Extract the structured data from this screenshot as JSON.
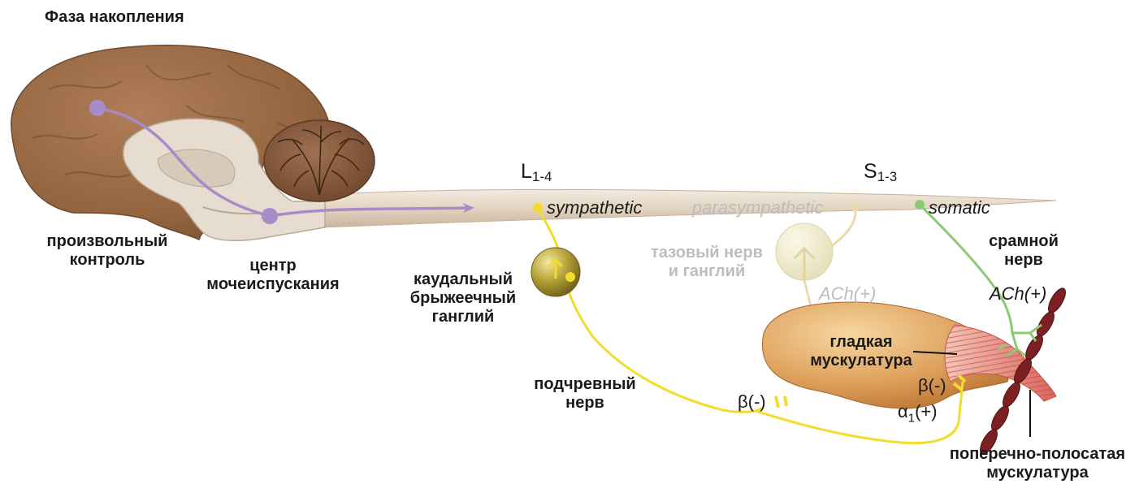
{
  "title": "Фаза накопления",
  "labels": {
    "voluntary_control_1": "произвольный",
    "voluntary_control_2": "контроль",
    "micturition_center_1": "центр",
    "micturition_center_2": "мочеиспускания",
    "caudal_ganglion_1": "каудальный",
    "caudal_ganglion_2": "брыжеечный",
    "caudal_ganglion_3": "ганглий",
    "hypogastric_nerve_1": "подчревный",
    "hypogastric_nerve_2": "нерв",
    "pelvic_nerve_1": "тазовый нерв",
    "pelvic_nerve_2": "и ганглий",
    "pudendal_nerve_1": "срамной",
    "pudendal_nerve_2": "нерв",
    "smooth_muscle_1": "гладкая",
    "smooth_muscle_2": "мускулатура",
    "striated_muscle_1": "поперечно-полосатая",
    "striated_muscle_2": "мускулатура"
  },
  "segments": {
    "lumbar_main": "L",
    "lumbar_sub": "1-4",
    "sacral_main": "S",
    "sacral_sub": "1-3"
  },
  "pathways": {
    "sympathetic": "sympathetic",
    "parasympathetic": "parasympathetic",
    "somatic": "somatic"
  },
  "receptors": {
    "ach_pelvic": "ACh(+)",
    "ach_somatic": "ACh(+)",
    "beta_bladder": "β(-)",
    "beta_neck": "β(-)",
    "alpha_main": "α",
    "alpha_sub": "1",
    "alpha_sign": "(+)"
  },
  "colors": {
    "voluntary_path": "#a98bc7",
    "sympathetic": "#f2dc2c",
    "parasympathetic": "#e9dca6",
    "somatic": "#8fc873",
    "brain": "#9a6a47",
    "cerebellum": "#8a5e42",
    "spinal_cord": "#e3d7c6",
    "bladder": "#d99a47",
    "striated_muscle": "#7c2023"
  }
}
